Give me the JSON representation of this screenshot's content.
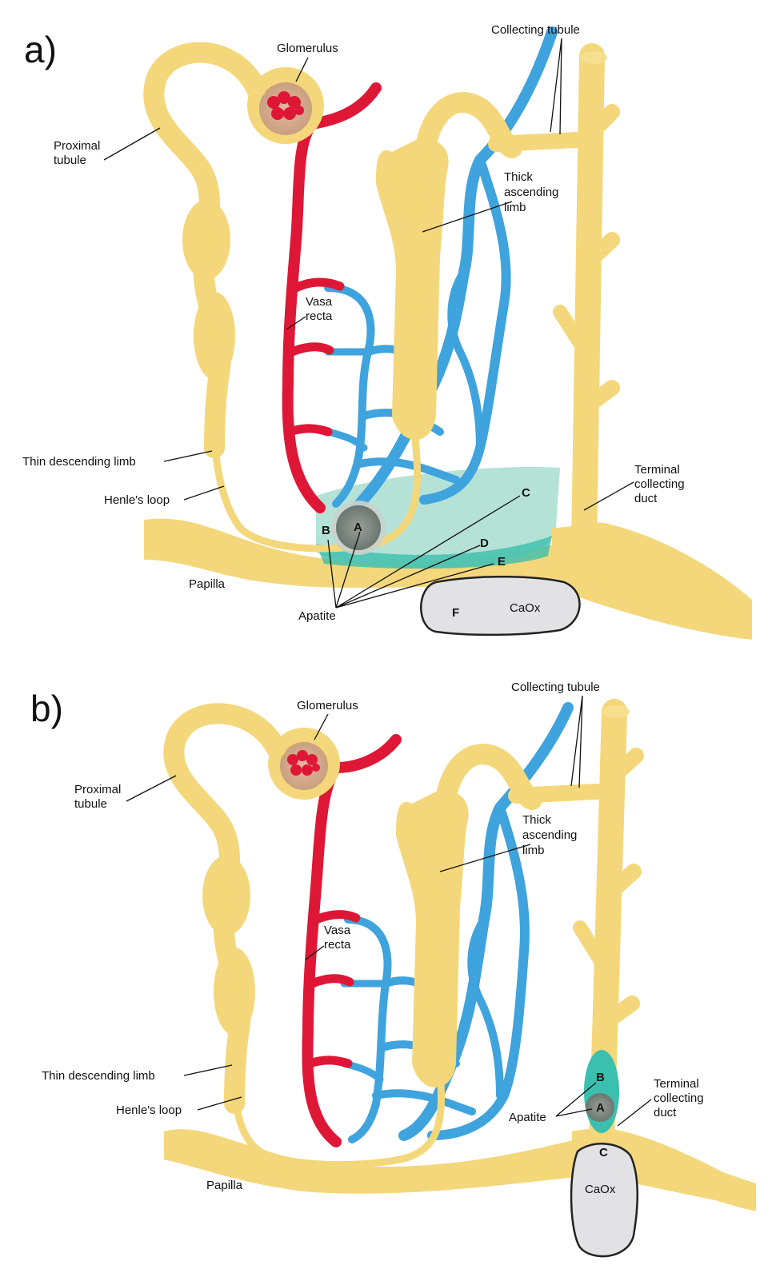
{
  "panels": [
    {
      "letter": "a)",
      "labels": {
        "glomerulus": "Glomerulus",
        "collecting_tubule": "Collecting tubule",
        "proximal_tubule_line1": "Proximal",
        "proximal_tubule_line2": "tubule",
        "thick_ascending_line1": "Thick",
        "thick_ascending_line2": "ascending",
        "thick_ascending_line3": "limb",
        "vasa_recta_line1": "Vasa",
        "vasa_recta_line2": "recta",
        "thin_descending_limb": "Thin descending limb",
        "henles_loop": "Henle's loop",
        "terminal_line1": "Terminal",
        "terminal_line2": "collecting",
        "terminal_line3": "duct",
        "papilla": "Papilla",
        "apatite": "Apatite",
        "caox": "CaOx",
        "site_a": "A",
        "site_b": "B",
        "site_c": "C",
        "site_d": "D",
        "site_e": "E",
        "site_f": "F"
      }
    },
    {
      "letter": "b)",
      "labels": {
        "glomerulus": "Glomerulus",
        "collecting_tubule": "Collecting tubule",
        "proximal_tubule_line1": "Proximal",
        "proximal_tubule_line2": "tubule",
        "thick_ascending_line1": "Thick",
        "thick_ascending_line2": "ascending",
        "thick_ascending_line3": "limb",
        "vasa_recta_line1": "Vasa",
        "vasa_recta_line2": "recta",
        "thin_descending_limb": "Thin descending limb",
        "henles_loop": "Henle's loop",
        "terminal_line1": "Terminal",
        "terminal_line2": "collecting",
        "terminal_line3": "duct",
        "papilla": "Papilla",
        "apatite": "Apatite",
        "caox": "CaOx",
        "site_a": "A",
        "site_b": "B",
        "site_c": "C"
      }
    }
  ],
  "colors": {
    "tubule": "#f3d77a",
    "vein": "#3fa3dd",
    "artery": "#de1737",
    "apatite_plaque": "#3bbfae",
    "caox_stone": "#e2e2e4"
  }
}
